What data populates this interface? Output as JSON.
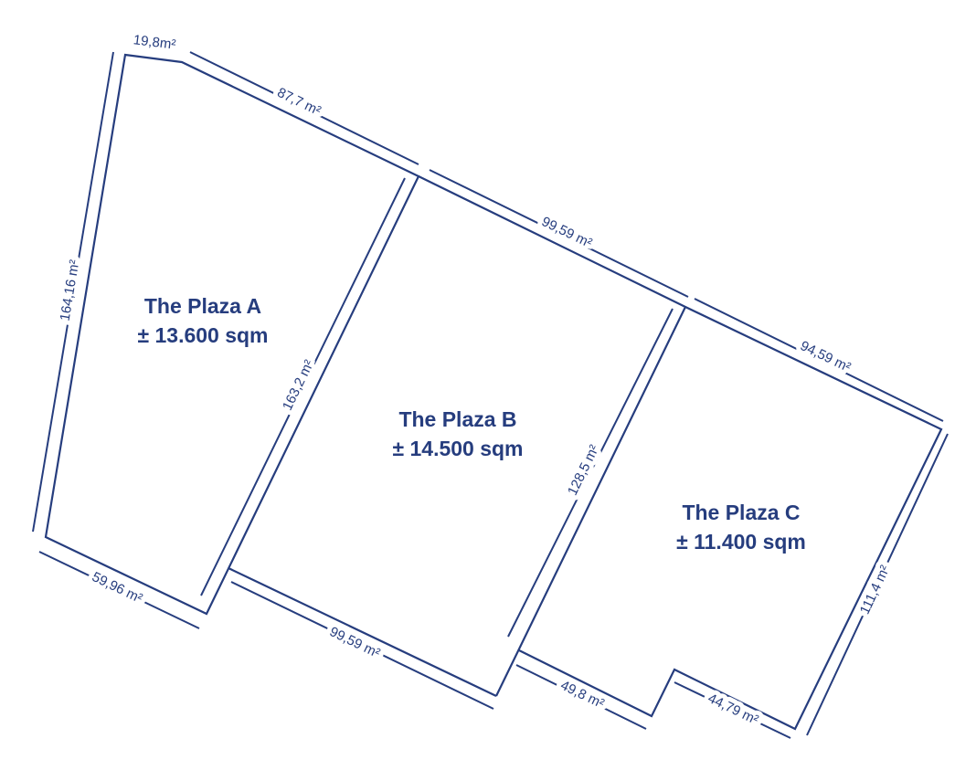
{
  "colors": {
    "line": "#263d7e",
    "background": "#ffffff"
  },
  "plots": [
    {
      "name": "The Plaza A",
      "area": "± 13.600 sqm"
    },
    {
      "name": "The Plaza B",
      "area": "± 14.500 sqm"
    },
    {
      "name": "The Plaza C",
      "area": "± 11.400 sqm"
    }
  ],
  "dimensions": {
    "top_a_short": "19,8m²",
    "top_a": "87,7 m²",
    "top_b": "99,59 m²",
    "top_c": "94,59 m²",
    "left_a": "164,16 m²",
    "divider_ab": "163,2 m²",
    "divider_bc": "128,5 m²",
    "right_c": "111,4 m²",
    "bottom_a": "59,96 m²",
    "bottom_b": "99,59 m²",
    "bottom_c1": "49,8 m²",
    "bottom_c2": "44,79 m²"
  }
}
